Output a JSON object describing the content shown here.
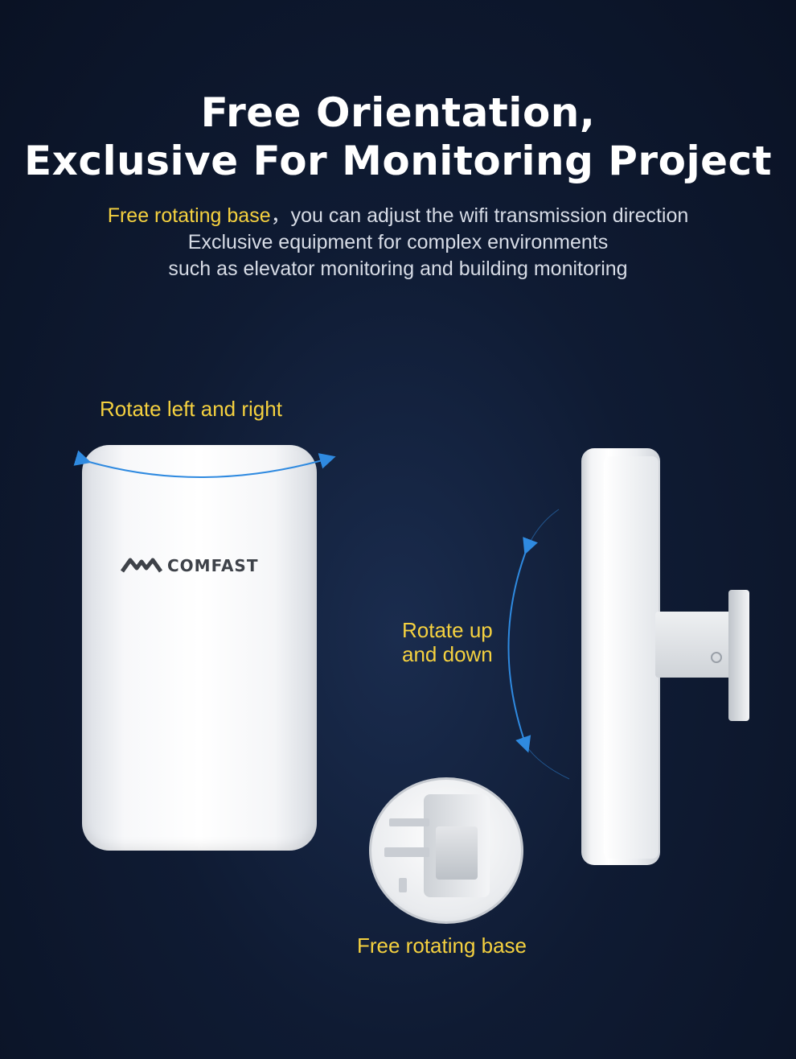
{
  "header": {
    "title_line1": "Free Orientation,",
    "title_line2": "Exclusive For Monitoring Project"
  },
  "subtitle": {
    "line1_highlight": "Free rotating base",
    "line1_rest": "，you can adjust the wifi transmission direction",
    "line2": "Exclusive equipment for complex environments",
    "line3": "such as elevator monitoring and building monitoring"
  },
  "labels": {
    "rotate_lr": "Rotate left and right",
    "rotate_ud_line1": "Rotate up",
    "rotate_ud_line2": "and down",
    "free_base": "Free rotating base"
  },
  "device": {
    "brand": "COMFAST"
  },
  "colors": {
    "accent_yellow": "#f5d13f",
    "arrow_blue": "#2f8ae0",
    "background": "#0f1b33"
  }
}
